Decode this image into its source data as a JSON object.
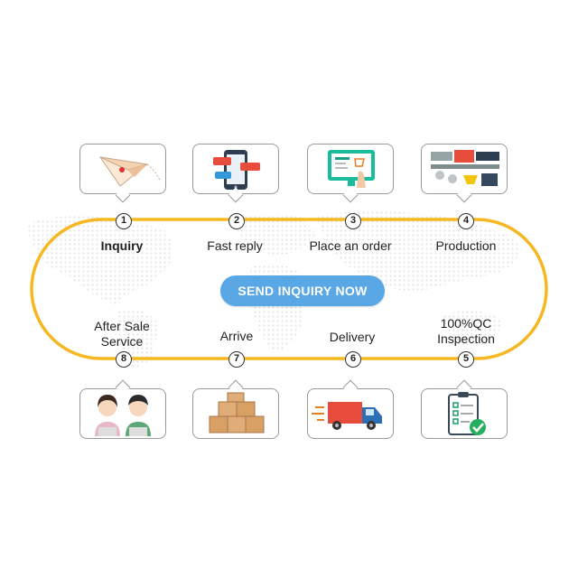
{
  "steps": [
    {
      "number": "1",
      "label": "Inquiry",
      "icon": "paper-plane-icon"
    },
    {
      "number": "2",
      "label": "Fast reply",
      "icon": "smartphone-chat-icon"
    },
    {
      "number": "3",
      "label": "Place an order",
      "icon": "online-order-icon"
    },
    {
      "number": "4",
      "label": "Production",
      "icon": "factory-line-icon"
    },
    {
      "number": "5",
      "label_line1": "100%QC",
      "label_line2": "Inspection",
      "icon": "checklist-icon"
    },
    {
      "number": "6",
      "label": "Delivery",
      "icon": "delivery-truck-icon"
    },
    {
      "number": "7",
      "label": "Arrive",
      "icon": "boxes-icon"
    },
    {
      "number": "8",
      "label_line1": "After Sale",
      "label_line2": "Service",
      "icon": "support-agents-icon"
    }
  ],
  "cta": {
    "label": "SEND INQUIRY NOW"
  },
  "colors": {
    "track": "#f5b820",
    "cta": "#5aa7e6",
    "border": "#9a9a9a"
  }
}
